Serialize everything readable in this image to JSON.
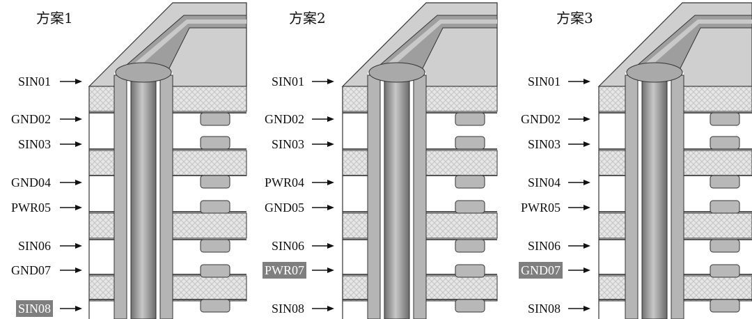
{
  "panels": [
    {
      "title": "方案1",
      "layers": [
        "SIN01",
        "GND02",
        "SIN03",
        "GND04",
        "PWR05",
        "SIN06",
        "GND07",
        "SIN08"
      ],
      "highlighted": "SIN08"
    },
    {
      "title": "方案2",
      "layers": [
        "SIN01",
        "GND02",
        "SIN03",
        "PWR04",
        "GND05",
        "SIN06",
        "PWR07",
        "SIN08"
      ],
      "highlighted": "PWR07"
    },
    {
      "title": "方案3",
      "layers": [
        "SIN01",
        "GND02",
        "SIN03",
        "SIN04",
        "PWR05",
        "SIN06",
        "GND07",
        "SIN08"
      ],
      "highlighted": "GND07"
    }
  ],
  "colors": {
    "dielectric": "#e6e6e6",
    "board_top": "#cfcfcf",
    "via": "#9a9a9a",
    "pad": "#b8b8b8",
    "highlight_bg": "#7f7f7f"
  }
}
